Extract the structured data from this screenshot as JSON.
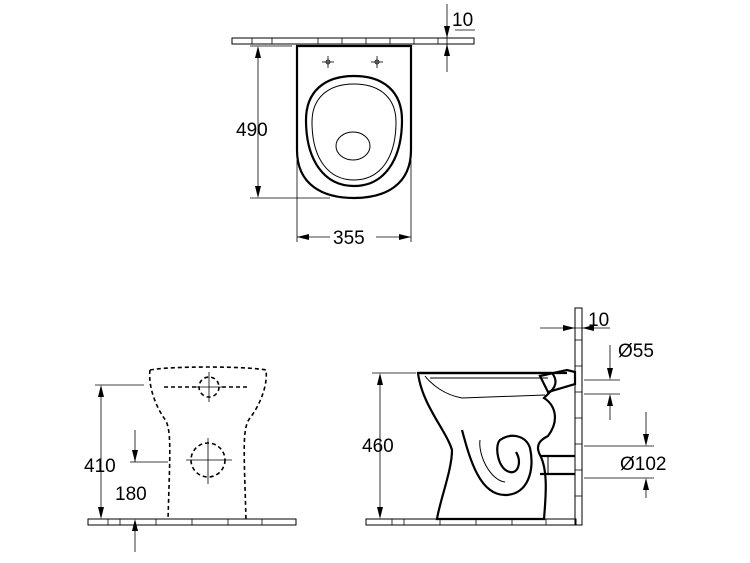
{
  "dimensions": {
    "top_seat_offset": "10",
    "top_depth": "490",
    "top_width": "355",
    "front_height": "410",
    "front_outlet_height": "180",
    "side_height": "460",
    "side_wall_offset": "10",
    "inlet_diameter": "Ø55",
    "outlet_diameter": "Ø102"
  }
}
